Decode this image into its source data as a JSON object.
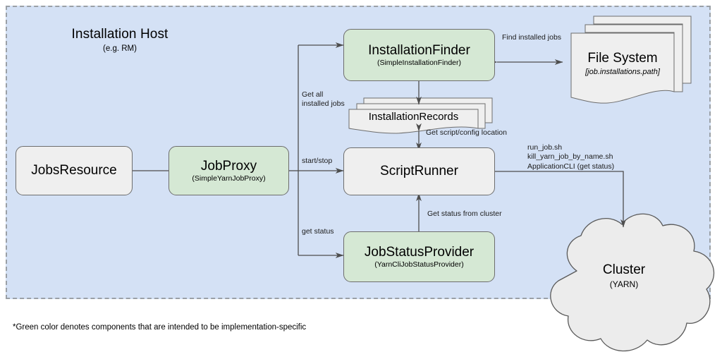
{
  "panel": {
    "title": "Installation Host",
    "subtitle": "(e.g. RM)",
    "background": "#d4e1f5",
    "border_color": "#9aa0a6"
  },
  "colors": {
    "green_component": "#d5e8d4",
    "gray_component": "#efefef",
    "panel_blue": "#d4e1f5",
    "stroke": "#6d6d6d"
  },
  "nodes": [
    {
      "id": "jobs-resource",
      "title": "JobsResource",
      "subtitle": "",
      "style": "gray"
    },
    {
      "id": "job-proxy",
      "title": "JobProxy",
      "subtitle": "(SimpleYarnJobProxy)",
      "style": "green"
    },
    {
      "id": "installation-finder",
      "title": "InstallationFinder",
      "subtitle": "(SimpleInstallationFinder)",
      "style": "green"
    },
    {
      "id": "script-runner",
      "title": "ScriptRunner",
      "subtitle": "",
      "style": "gray"
    },
    {
      "id": "job-status-provider",
      "title": "JobStatusProvider",
      "subtitle": "(YarnCliJobStatusProvider)",
      "style": "green"
    }
  ],
  "documents": [
    {
      "id": "file-system",
      "title": "File System",
      "subtitle": "[job.installations.path]"
    },
    {
      "id": "installation-records",
      "title": "InstallationRecords",
      "subtitle": ""
    }
  ],
  "cloud": {
    "title": "Cluster",
    "subtitle": "(YARN)"
  },
  "edge_labels": [
    {
      "id": "get-all-installed-jobs",
      "text": "Get all\ninstalled jobs"
    },
    {
      "id": "start-stop",
      "text": "start/stop"
    },
    {
      "id": "get-status",
      "text": "get status"
    },
    {
      "id": "find-installed-jobs",
      "text": "Find installed jobs"
    },
    {
      "id": "get-script-config-location",
      "text": "Get script/config location"
    },
    {
      "id": "get-status-from-cluster",
      "text": "Get status from cluster"
    },
    {
      "id": "cluster-commands",
      "text": "run_job.sh\nkill_yarn_job_by_name.sh\nApplicationCLI (get status)"
    }
  ],
  "footnote": "*Green color denotes components that are intended to be implementation-specific"
}
